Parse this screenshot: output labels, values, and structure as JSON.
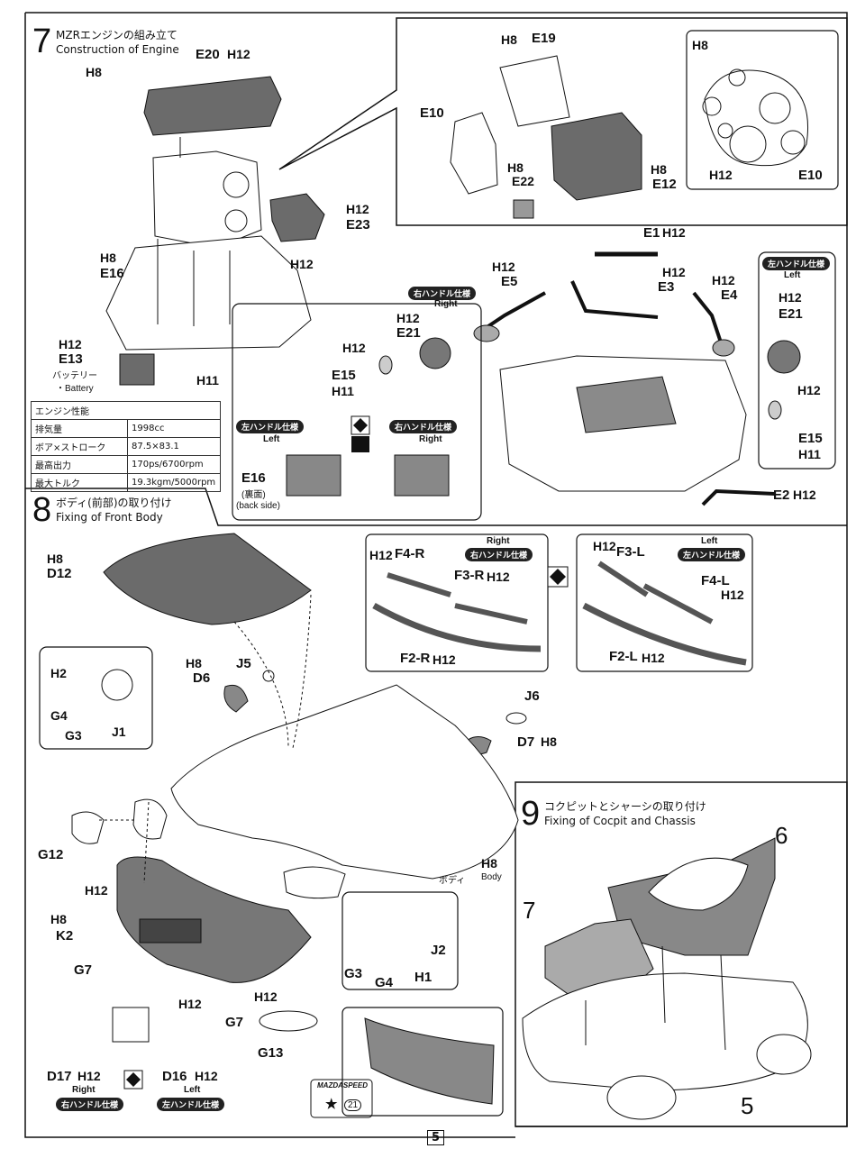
{
  "page_number": "5",
  "step7": {
    "number": "7",
    "title_ja": "MZRエンジンの組み立て",
    "title_en": "Construction of Engine",
    "labels": {
      "h8_1": "H8",
      "e20": "E20",
      "h12_e20": "H12",
      "h8_e19": "H8",
      "e19": "E19",
      "e10_left": "E10",
      "h8_e22": "H8",
      "e22": "E22",
      "h8_e12": "H8",
      "e12": "E12",
      "h8_inset": "H8",
      "h12_inset": "H12",
      "e10_inset": "E10",
      "h12_e23": "H12",
      "e23": "E23",
      "h8_e16": "H8",
      "e16": "E16",
      "h12_center": "H12",
      "h12_e13": "H12",
      "e13": "E13",
      "battery_ja": "バッテリー",
      "battery_en": "・Battery",
      "h11_bottom": "H11",
      "e1": "E1",
      "h12_e1": "H12",
      "h12_e5": "H12",
      "e5": "E5",
      "h12_e3": "H12",
      "e3": "E3",
      "h12_e4": "H12",
      "e4": "E4",
      "h12_e21": "H12",
      "e21": "E21",
      "h12_e15": "H12",
      "e15": "E15",
      "h11_e15": "H11",
      "e16_back": "E16",
      "e16_back_ja": "(裏面)",
      "e16_back_en": "(back side)",
      "e2": "E2",
      "h12_e2": "H12",
      "lh_h12_e21": "H12",
      "lh_e21": "E21",
      "lh_h12_e15": "H12",
      "lh_e15": "E15",
      "lh_h11_e15": "H11"
    },
    "right_pill": "右ハンドル仕様",
    "right_en": "Right",
    "left_pill": "左ハンドル仕様",
    "left_en": "Left",
    "lh_pill": "左ハンドル仕様",
    "lh_en": "Left",
    "spec_table": {
      "title": "エンジン性能",
      "rows": [
        [
          "排気量",
          "1998cc"
        ],
        [
          "ボア×ストローク",
          "87.5×83.1"
        ],
        [
          "最高出力",
          "170ps/6700rpm"
        ],
        [
          "最大トルク",
          "19.3kgm/5000rpm"
        ]
      ]
    }
  },
  "step8": {
    "number": "8",
    "title_ja": "ボディ(前部)の取り付け",
    "title_en": "Fixing of Front Body",
    "labels": {
      "h8_d12": "H8",
      "d12": "D12",
      "h2": "H2",
      "g4": "G4",
      "g3": "G3",
      "j1": "J1",
      "h8_d6": "H8",
      "d6": "D6",
      "j5": "J5",
      "j6": "J6",
      "d7": "D7",
      "h8_d7": "H8",
      "f4r": "F4-R",
      "h12_f4r": "H12",
      "f3r": "F3-R",
      "h12_f3r": "H12",
      "f2r": "F2-R",
      "h12_f2r": "H12",
      "f3l": "F3-L",
      "h12_f3l": "H12",
      "f4l": "F4-L",
      "h12_f4l": "H12",
      "f2l": "F2-L",
      "h12_f2l": "H12",
      "g12": "G12",
      "h8_body": "H8",
      "body_ja": "ボディ",
      "body_en": "Body",
      "h12_k2": "H12",
      "h8_k2": "H8",
      "k2": "K2",
      "g7_left": "G7",
      "h12_grille": "H12",
      "g7_right": "G7",
      "h12_g7": "H12",
      "g13": "G13",
      "g3_r": "G3",
      "g4_r": "G4",
      "h1": "H1",
      "j2": "J2",
      "d17": "D17",
      "h12_d17": "H12",
      "d17_en": "Right",
      "d16": "D16",
      "h12_d16": "H12",
      "d16_en": "Left"
    },
    "right_en": "Right",
    "right_pill": "右ハンドル仕様",
    "left_en": "Left",
    "left_pill": "左ハンドル仕様",
    "d17_pill": "右ハンドル仕様",
    "d16_pill": "左ハンドル仕様",
    "decal_logo": "MAZDASPEED",
    "decal_num": "21"
  },
  "step9": {
    "number": "9",
    "title_ja": "コクピットとシャーシの取り付け",
    "title_en": "Fixing of Cocpit and Chassis",
    "labels": {
      "n6": "6",
      "n7": "7",
      "n5": "5"
    }
  },
  "colors": {
    "part_gray": "#6b6b6b",
    "line": "#111111",
    "pill_bg": "#222222"
  }
}
